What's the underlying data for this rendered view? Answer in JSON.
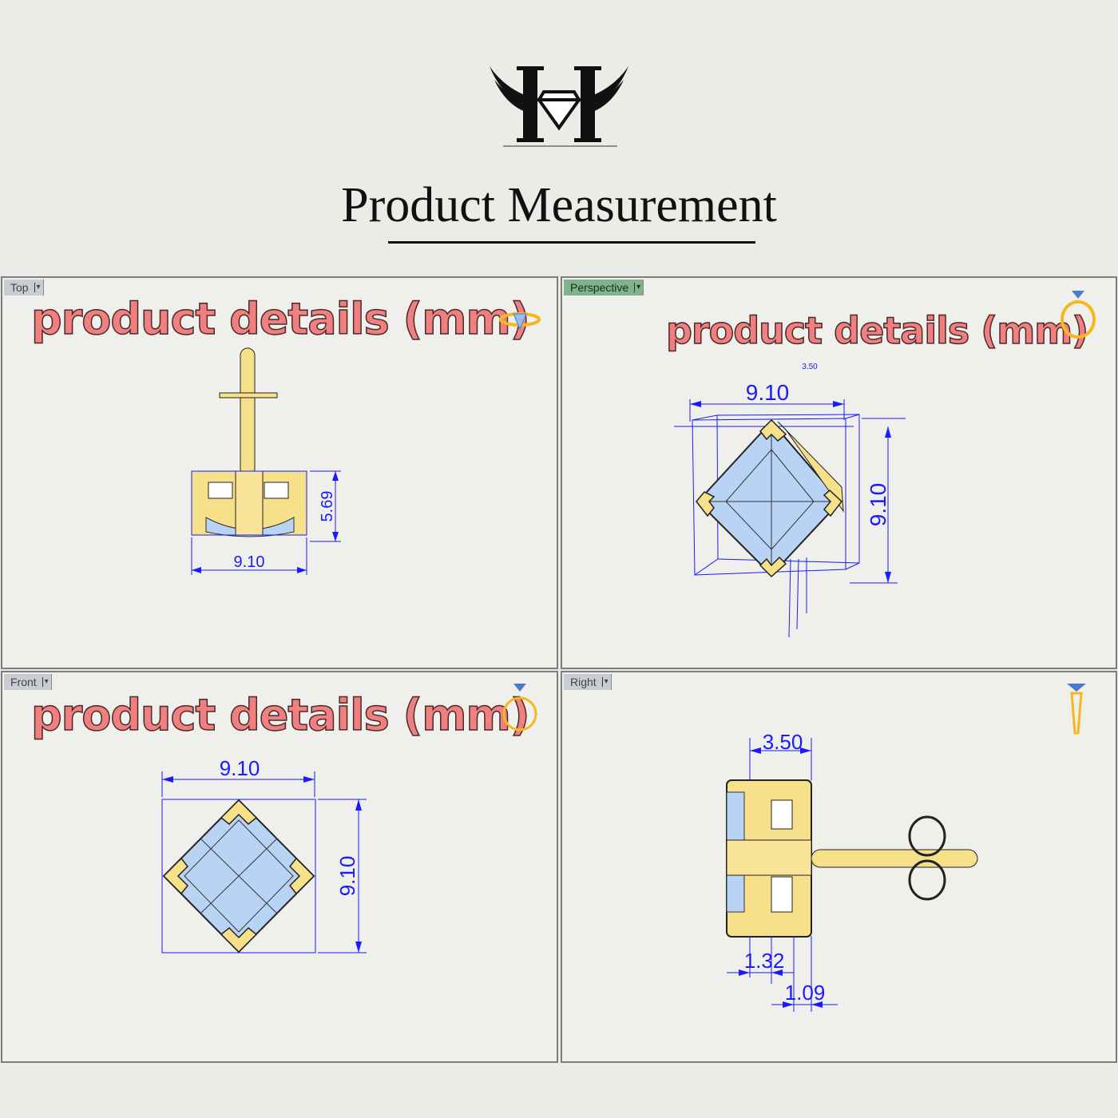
{
  "header": {
    "title": "Product Measurement",
    "logo_letter": "H"
  },
  "panels": {
    "top": {
      "view_label": "Top",
      "title": "product details (mm)",
      "width": "9.10",
      "height": "5.69"
    },
    "perspective": {
      "view_label": "Perspective",
      "title": "product details (mm)",
      "width": "9.10",
      "height": "9.10",
      "small": "3.50"
    },
    "front": {
      "view_label": "Front",
      "title": "product details (mm)",
      "width": "9.10",
      "height": "9.10"
    },
    "right": {
      "view_label": "Right",
      "title": "",
      "depth": "3.50",
      "d1": "1.32",
      "d2": "1.09"
    }
  },
  "colors": {
    "dimension": "#1a1aff",
    "gold": "#f7e08a",
    "stone": "#b9d3f5",
    "title": "#f08080",
    "active_tab": "#7fb38a"
  }
}
